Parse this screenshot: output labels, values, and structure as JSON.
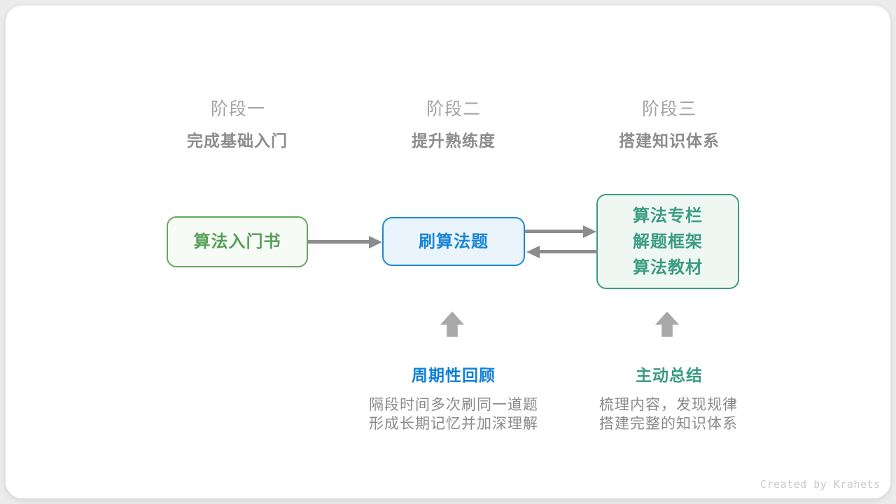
{
  "stages": [
    {
      "label": "阶段一",
      "subtitle": "完成基础入门"
    },
    {
      "label": "阶段二",
      "subtitle": "提升熟练度"
    },
    {
      "label": "阶段三",
      "subtitle": "搭建知识体系"
    }
  ],
  "nodes": [
    {
      "id": "intro-book",
      "lines": [
        "算法入门书"
      ],
      "text_color": "#55a058",
      "border_color": "#66a85f",
      "bg_color": "#f7fbf5"
    },
    {
      "id": "practice-problems",
      "lines": [
        "刷算法题"
      ],
      "text_color": "#1b85d3",
      "border_color": "#1e88d2",
      "bg_color": "#eaf4fc"
    },
    {
      "id": "knowledge-resources",
      "lines": [
        "算法专栏",
        "解题框架",
        "算法教材"
      ],
      "text_color": "#3a9c82",
      "border_color": "#3a9c85",
      "bg_color": "#eff7f3"
    }
  ],
  "callouts": [
    {
      "title": "周期性回顾",
      "title_color": "#1080d8",
      "desc_line1": "隔段时间多次刷同一道题",
      "desc_line2": "形成长期记忆并加深理解"
    },
    {
      "title": "主动总结",
      "title_color": "#3a9b82",
      "desc_line1": "梳理内容，发现规律",
      "desc_line2": "搭建完整的知识体系"
    }
  ],
  "arrows": {
    "connector_color": "#8c8c8c",
    "up_arrow_color": "#a8a8a8"
  },
  "footer": {
    "credit": "Created by Krahets"
  }
}
